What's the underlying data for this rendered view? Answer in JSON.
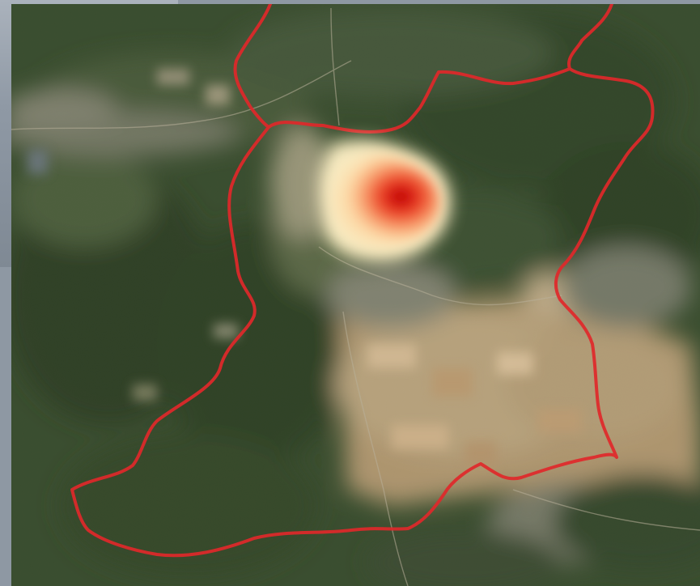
{
  "map": {
    "basemap": "satellite-imagery",
    "overlays": [
      "route-boundary",
      "heatmap"
    ],
    "colors": {
      "route": "#e0282a",
      "heat_core": "#b80000",
      "heat_mid": "#ef4a2a",
      "heat_outer": "#fbc88a",
      "heat_edge": "#fff2c8",
      "forest": "#34472b",
      "forest_dark": "#25361f",
      "farmland": "#c6a47a",
      "farmland_light": "#d8bd98"
    }
  }
}
